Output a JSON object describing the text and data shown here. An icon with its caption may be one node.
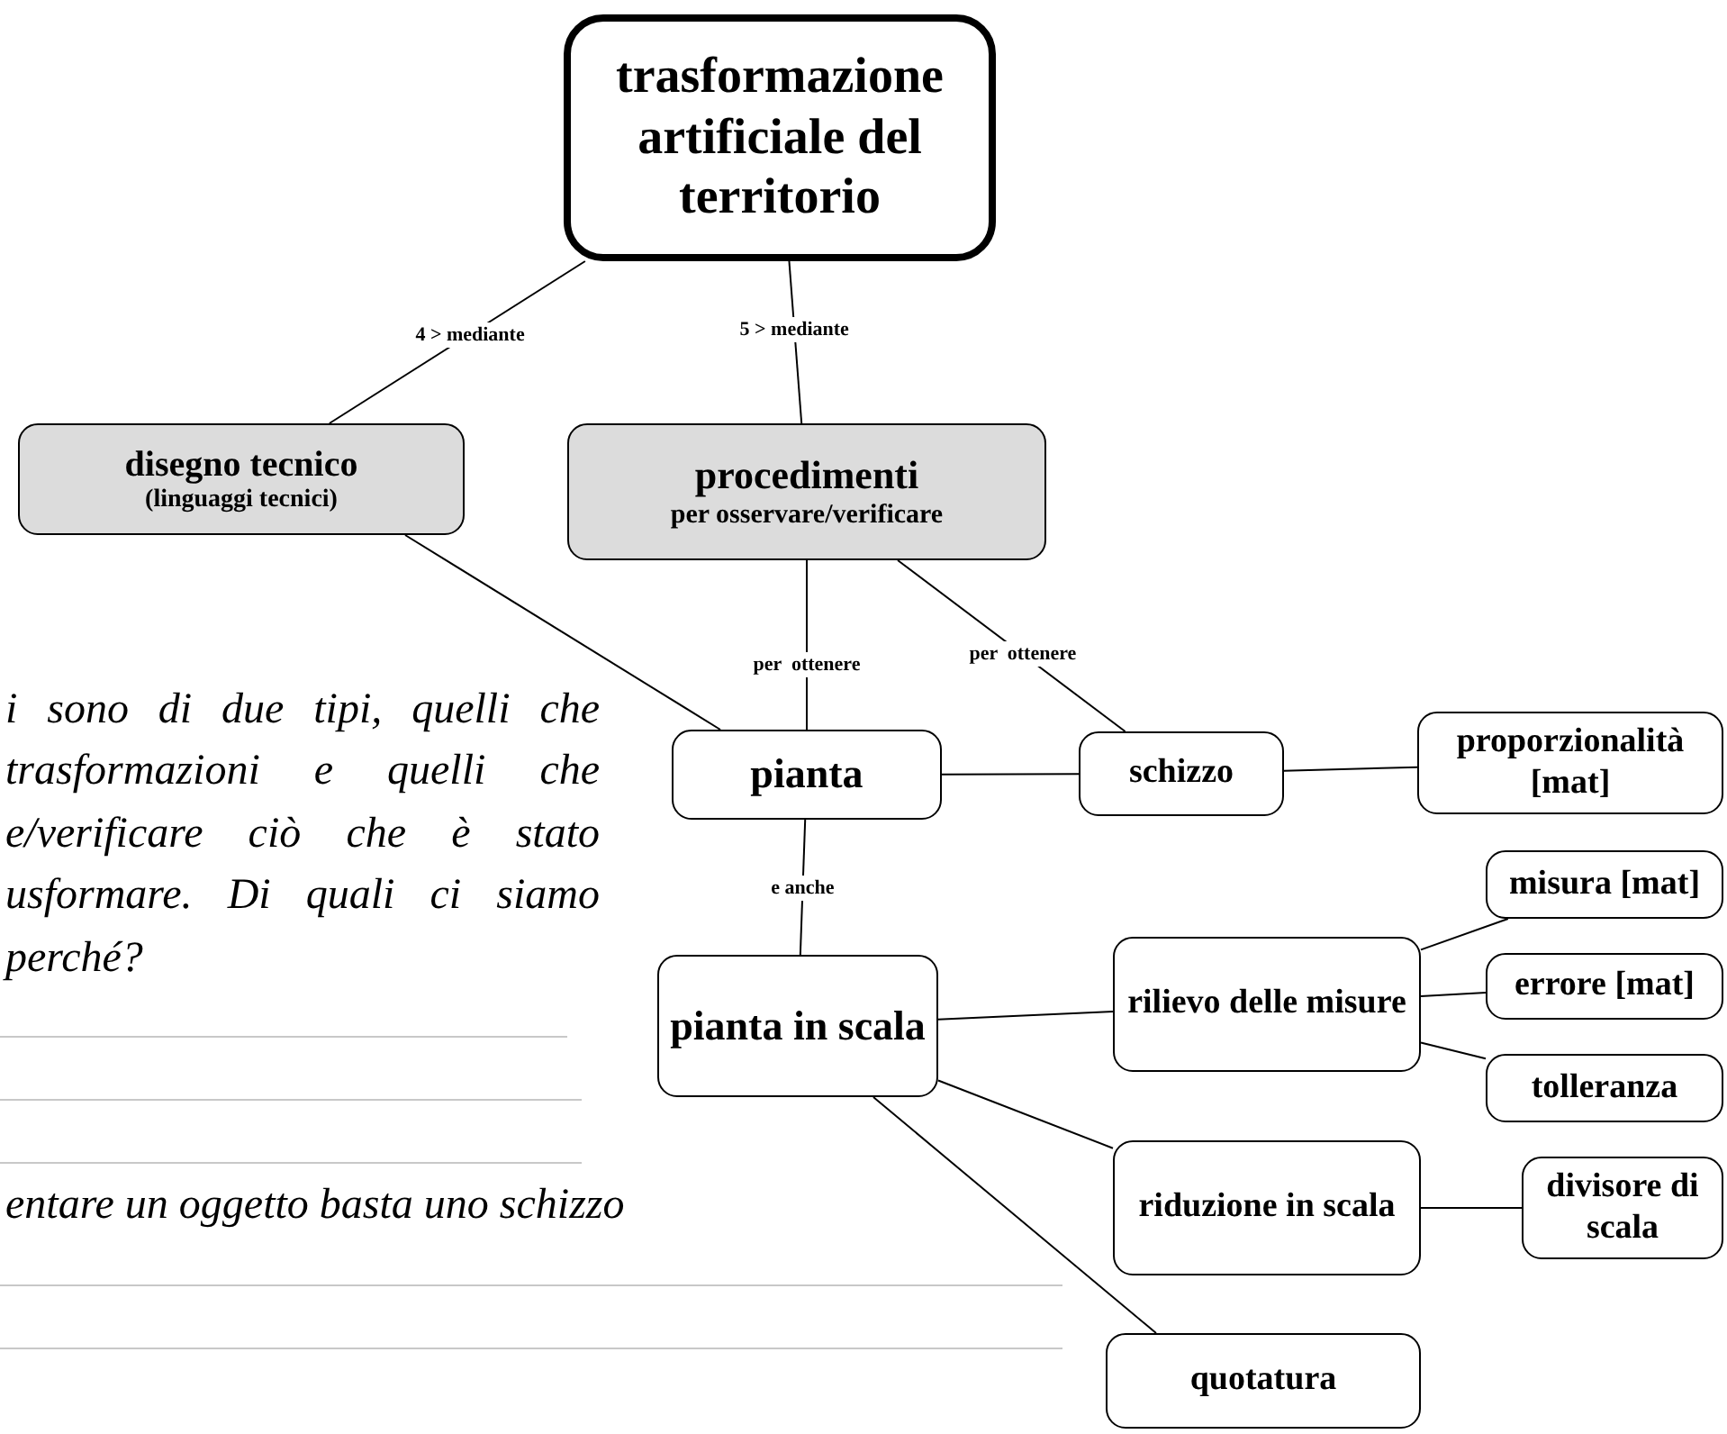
{
  "diagram": {
    "nodes": [
      {
        "text": [
          "trasformazione artificiale del territorio"
        ]
      },
      {
        "text": [
          "disegno tecnico",
          "(linguaggi tecnici)"
        ]
      },
      {
        "text": [
          "procedimenti",
          "per osservare/verificare"
        ]
      },
      {
        "text": [
          "pianta"
        ]
      },
      {
        "text": [
          "schizzo"
        ]
      },
      {
        "text": [
          "proporzionalità [mat]"
        ]
      },
      {
        "text": [
          "pianta in scala"
        ]
      },
      {
        "text": [
          "rilievo delle misure"
        ]
      },
      {
        "text": [
          "misura [mat]"
        ]
      },
      {
        "text": [
          "errore [mat]"
        ]
      },
      {
        "text": [
          "tolleranza"
        ]
      },
      {
        "text": [
          "riduzione in scala"
        ]
      },
      {
        "text": [
          "divisore di scala"
        ]
      },
      {
        "text": [
          "quotatura"
        ]
      }
    ],
    "edges": [
      {
        "from": 0,
        "to": 1,
        "arrow": "none",
        "label": "4 > mediante"
      },
      {
        "from": 0,
        "to": 2,
        "arrow": "none",
        "label": "5 > mediante"
      },
      {
        "from": 1,
        "to": 3,
        "arrow": "none"
      },
      {
        "from": 2,
        "to": 3,
        "arrow": "none",
        "label": "per  ottenere"
      },
      {
        "from": 2,
        "to": 4,
        "arrow": "none",
        "label": "per  ottenere"
      },
      {
        "from": 3,
        "to": 4,
        "arrow": "none"
      },
      {
        "from": 4,
        "to": 5,
        "arrow": "none"
      },
      {
        "from": 3,
        "to": 6,
        "arrow": "none",
        "label": "e anche"
      },
      {
        "from": 6,
        "to": 7,
        "arrow": "none"
      },
      {
        "from": 6,
        "to": 11,
        "arrow": "none"
      },
      {
        "from": 6,
        "to": 13,
        "arrow": "none"
      },
      {
        "from": 7,
        "to": 8,
        "arrow": "none"
      },
      {
        "from": 7,
        "to": 9,
        "arrow": "none"
      },
      {
        "from": 7,
        "to": 10,
        "arrow": "none"
      },
      {
        "from": 11,
        "to": 12,
        "arrow": "none"
      }
    ],
    "labels": [
      "i sono di due tipi, quelli che",
      "trasformazioni e quelli che",
      "e/verificare ciò che è stato",
      "usformare. Di quali ci siamo",
      "perché?",
      "entare un oggetto basta uno schizzo"
    ]
  }
}
